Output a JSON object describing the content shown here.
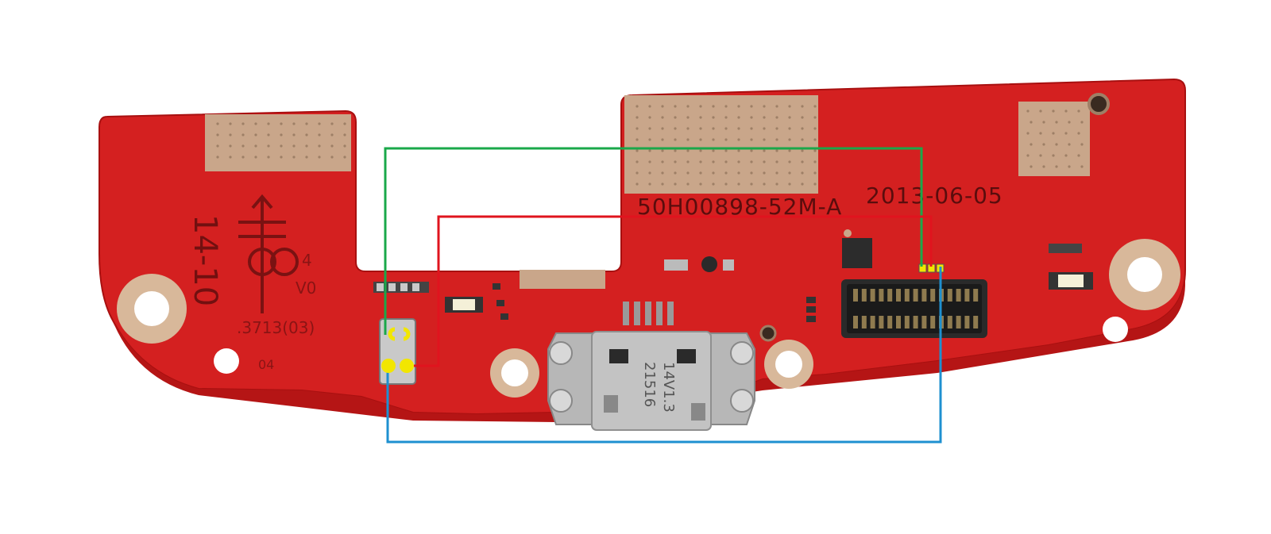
{
  "board": {
    "part_number": "50H00898-52M-A",
    "date_code": "2013-06-05",
    "silk_week": "14-10",
    "connector_marking_line1": "14V1.3",
    "connector_marking_line2": "21516",
    "silk_fragment_a": "4",
    "silk_fragment_b": "V0",
    "silk_fragment_c": ".3713(03)",
    "silk_fragment_d": "04"
  },
  "colors": {
    "pcb": "#d42020",
    "pcb_dark": "#b51515",
    "pad": "#c9a68a",
    "copper_ring": "#d8b89a",
    "wire_green": "#1aa84a",
    "wire_red": "#e0141e",
    "wire_blue": "#1e90d0",
    "marker_yellow": "#f2e600"
  },
  "icons": {
    "usb_port": "micro-usb-connector-icon",
    "fpc_connector": "board-to-board-connector-icon"
  }
}
